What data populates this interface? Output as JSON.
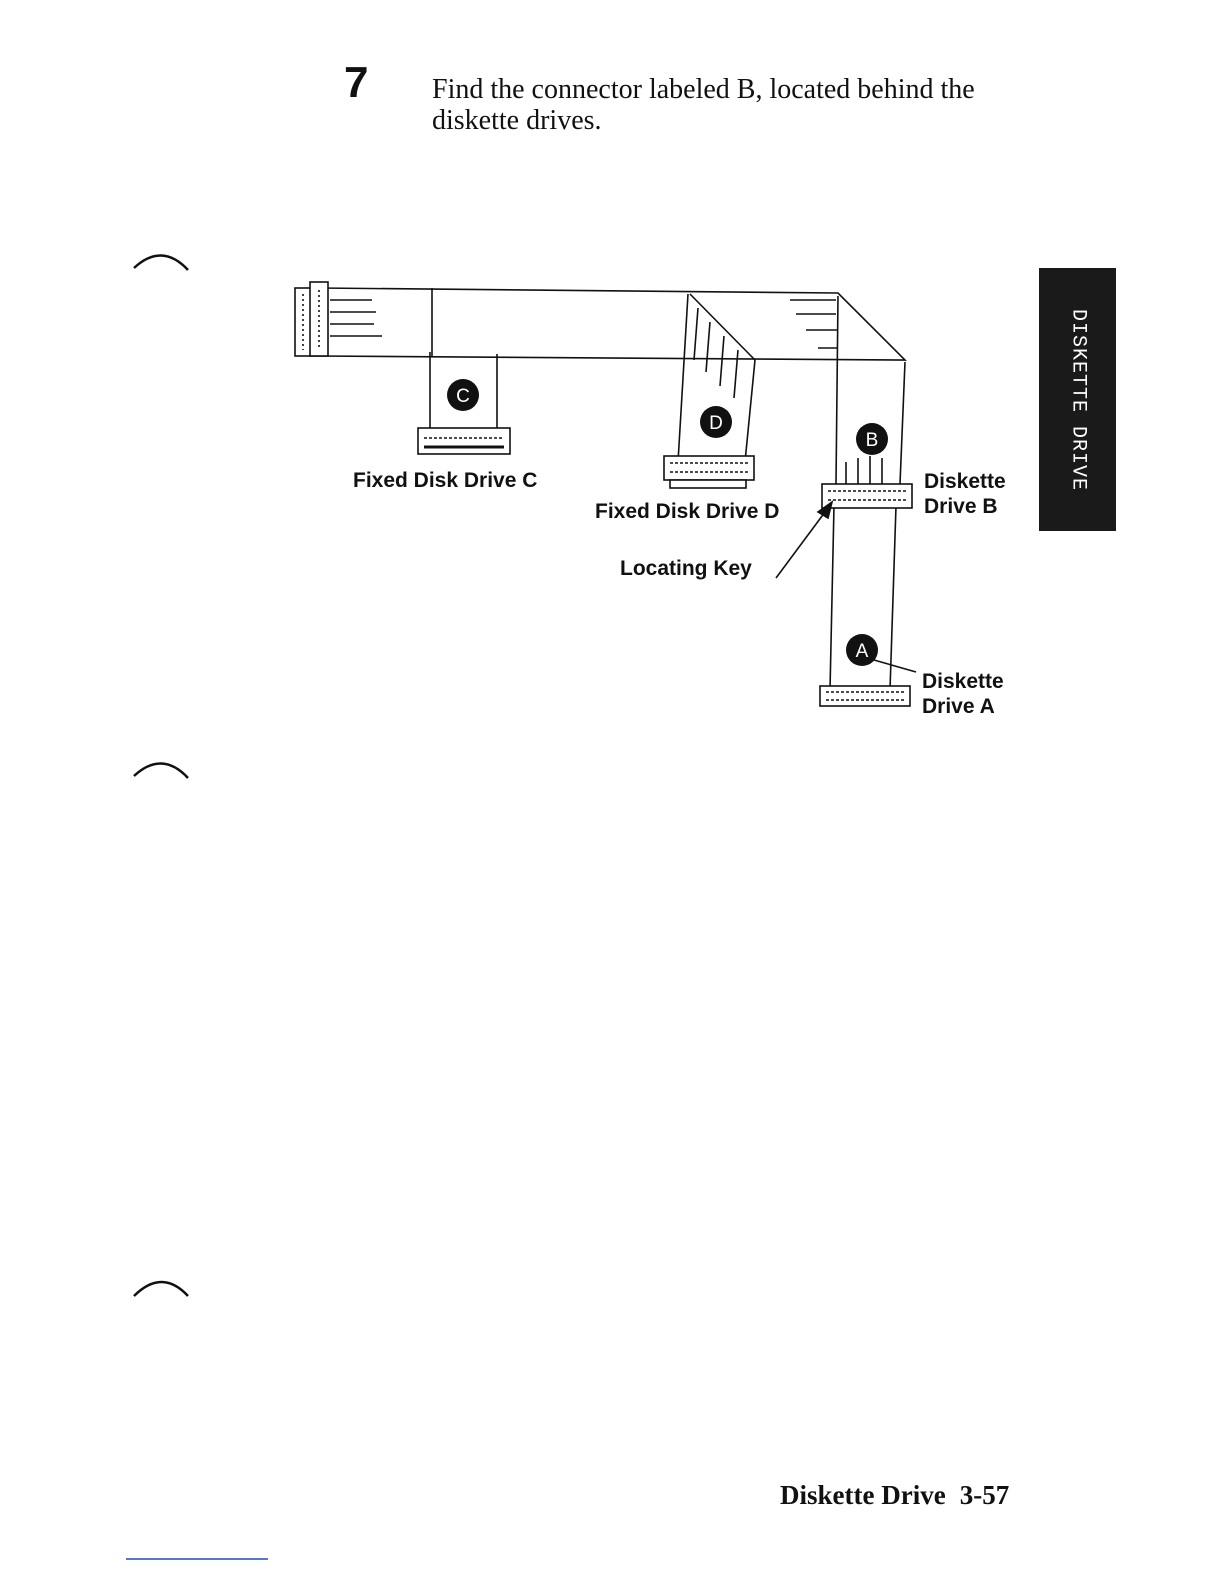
{
  "step": {
    "number": "7",
    "text": "Find the connector labeled B, located behind the diskette drives."
  },
  "side_tab": {
    "label": "DISKETTE DRIVE"
  },
  "diagram": {
    "markers": [
      "C",
      "D",
      "B",
      "A"
    ],
    "labels": {
      "fixed_disk_c": "Fixed Disk Drive C",
      "fixed_disk_d": "Fixed Disk Drive D",
      "locating_key": "Locating Key",
      "diskette_b_line1": "Diskette",
      "diskette_b_line2": "Drive B",
      "diskette_a_line1": "Diskette",
      "diskette_a_line2": "Drive A"
    }
  },
  "footer": {
    "section": "Diskette Drive",
    "page": "3-57"
  },
  "colors": {
    "text": "#111111",
    "tab": "#1a1a1a",
    "rule": "#5577cc"
  }
}
